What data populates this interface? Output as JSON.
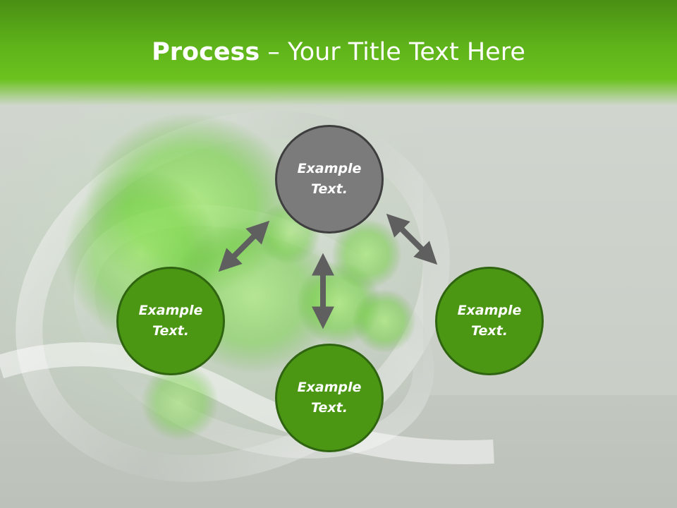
{
  "title": {
    "bold": "Process",
    "rest": " – Your Title Text Here"
  },
  "nodes": {
    "top": "Example\nText.",
    "left": "Example\nText.",
    "bottom": "Example\nText.",
    "right": "Example\nText."
  },
  "colors": {
    "accent_green": "#4b9714",
    "node_border_green": "#2f6410",
    "center_gray": "#7b7b7b",
    "arrow_gray": "#5f5f5f",
    "title_bar": "#5fb41a"
  }
}
